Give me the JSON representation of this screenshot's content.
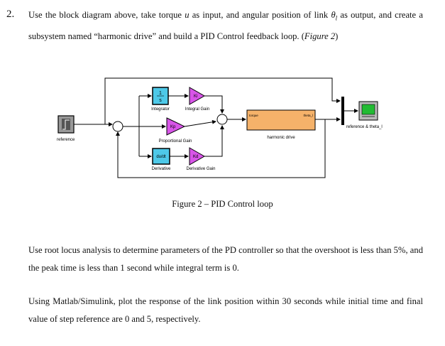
{
  "question": {
    "number": "2.",
    "text_a": "Use the block diagram above, take torque ",
    "var_u": "u",
    "text_b": " as input, and angular position of link ",
    "var_theta": "θ",
    "var_theta_sub": "l",
    "text_c": " as output, and create a subsystem named “harmonic drive” and build a PID Control feedback loop. (",
    "figure_ref": "Figure 2",
    "text_d": ")"
  },
  "diagram": {
    "blocks": {
      "reference": "reference",
      "integrator_num": "1",
      "integrator_den": "s",
      "integrator": "Integrator",
      "ki": "Ki",
      "integral_gain": "Integral Gain",
      "kp": "Kp",
      "proportional_gain": "Proportional Gain",
      "derivative_sym": "du/dt",
      "kd": "Kd",
      "derivative": "Derivative",
      "derivative_gain": "Derivative Gain",
      "subsystem_in": "torque",
      "subsystem_out": "theta_l",
      "harmonic_drive": "harmonic drive",
      "scope": "reference & theta_l"
    },
    "colors": {
      "cyan_block": "#4ec9e8",
      "gain_block": "#d855e8",
      "subsystem_block": "#f5b26a",
      "scope_screen": "#22bb33"
    }
  },
  "caption": "Figure 2 – PID Control loop",
  "paragraph_2": "Use root locus analysis to determine parameters of the PD controller so that the overshoot is less than 5%, and the peak time is less than 1 second while integral term is 0.",
  "paragraph_3": "Using Matlab/Simulink, plot the response of the link position within 30 seconds while initial time and final value of step reference are 0 and 5, respectively."
}
